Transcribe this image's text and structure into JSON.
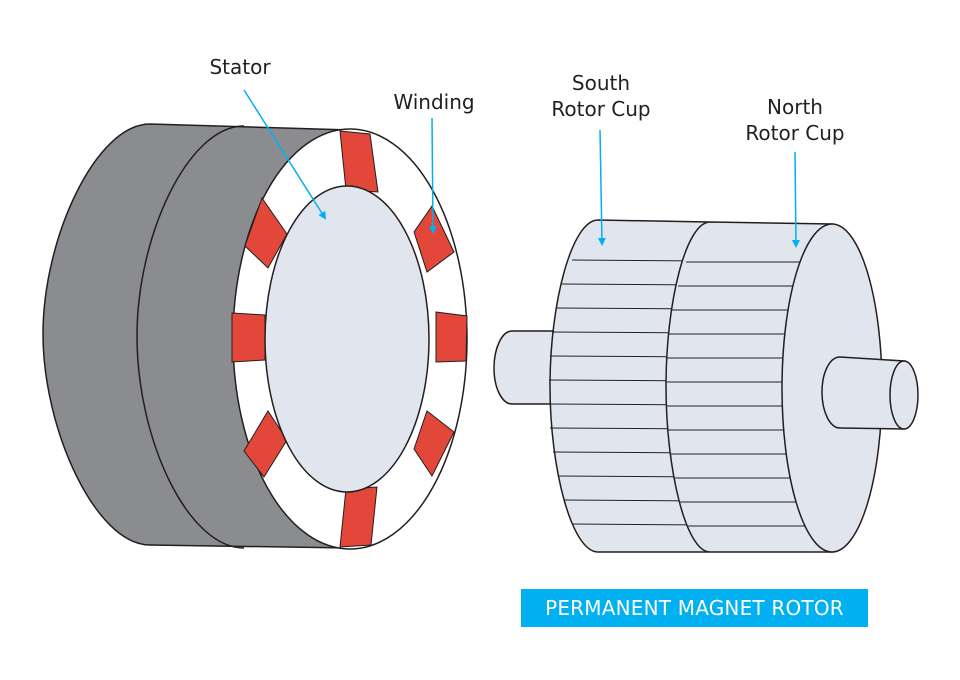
{
  "labels": {
    "stator": "Stator",
    "winding": "Winding",
    "south_rotor_cup_line1": "South",
    "south_rotor_cup_line2": "Rotor Cup",
    "north_rotor_cup_line1": "North",
    "north_rotor_cup_line2": "Rotor Cup"
  },
  "caption": "PERMANENT MAGNET ROTOR",
  "colors": {
    "stator_body": "#8a8c90",
    "stator_face": "#e1e6ee",
    "winding": "#e2473a",
    "rotor": "#e1e6ee",
    "pointer": "#00b0f0",
    "caption_bg": "#00b0f0",
    "outline": "#231f20"
  }
}
